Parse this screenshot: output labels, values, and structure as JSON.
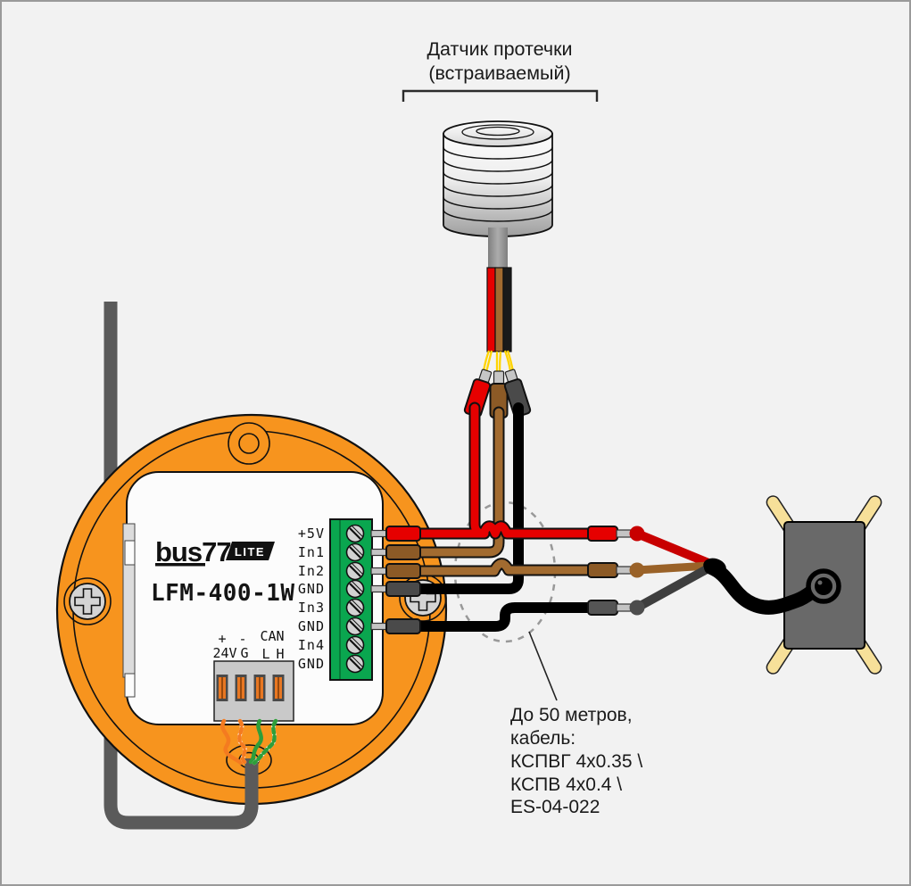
{
  "sensor_label": {
    "line1": "Датчик протечки",
    "line2": "(встраиваемый)"
  },
  "device": {
    "brand_prefix": "bus",
    "brand_suffix": "77",
    "badge": "LITE",
    "model": "LFM-400-1W",
    "input_labels": [
      "+5V",
      "In1",
      "In2",
      "GND",
      "In3",
      "GND",
      "In4",
      "GND"
    ],
    "power_labels": {
      "plus": "+",
      "minus": "-",
      "can": "CAN",
      "v": "24V",
      "g": "G",
      "l": "L",
      "h": "H"
    }
  },
  "note": {
    "lines": [
      "До 50 метров,",
      "кабель:",
      "КСПВГ 4x0.35 \\",
      "КСПВ 4x0.4 \\",
      "ES-04-022"
    ]
  },
  "colors": {
    "background": "#f2f2f2",
    "device_orange": "#f7941e",
    "terminal_green": "#0aa64f",
    "wire_red": "#e60000",
    "wire_brown": "#a26b30",
    "wire_black": "#000000",
    "ferrule_red": "#e60000",
    "ferrule_brown": "#8c5a26",
    "ferrule_dark_gray": "#4a4a4a",
    "cable_gray": "#5a5a5a",
    "strand_yellow": "#ffd400",
    "pair_orange": "#f47b20",
    "pair_green": "#2e9e3a",
    "leg_yellow": "#f7e099",
    "plate_white": "#fcfcfc"
  }
}
